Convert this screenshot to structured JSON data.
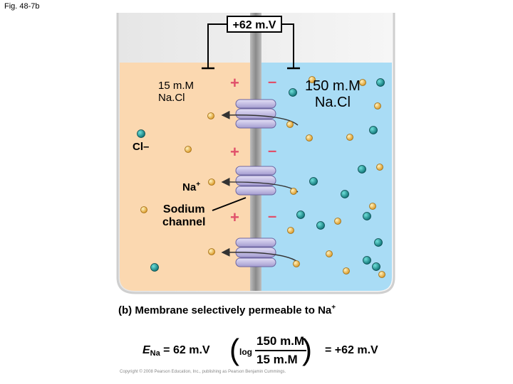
{
  "figure": {
    "label": "Fig. 48-7b"
  },
  "voltmeter": {
    "reading": "+62 m.V"
  },
  "left_chamber": {
    "conc": "15 m.M",
    "salt": "Na.Cl"
  },
  "right_chamber": {
    "conc": "150 m.M",
    "salt": "Na.Cl"
  },
  "labels": {
    "chloride": "Cl–",
    "sodium": "Na",
    "sodium_charge": "+",
    "channel_line1": "Sodium",
    "channel_line2": "channel"
  },
  "membrane_signs": {
    "plus": "+",
    "minus": "–"
  },
  "caption": {
    "text": "(b) Membrane selectively permeable to Na",
    "charge": "+"
  },
  "equation": {
    "lhs": "E",
    "lhs_sub": "Na",
    "lhs_rest": " = 62 m.V",
    "log": "log",
    "numerator": "150 m.M",
    "denominator": "15 m.M",
    "rhs": "= +62 m.V"
  },
  "copyright": "Copyright © 2008 Pearson Education, Inc., publishing as Pearson Benjamin Cummings.",
  "colors": {
    "left_solution": "#fbd8b0",
    "right_solution": "#a9dcf5",
    "membrane": "#9e9e9e",
    "channel": "#c8c2e6",
    "sodium_ion": "#f0b840",
    "chloride_ion": "#1a9a9a",
    "sign": "#e0506a"
  }
}
